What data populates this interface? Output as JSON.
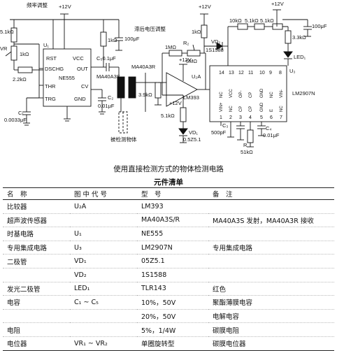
{
  "schematic": {
    "vcc_label": "+12V",
    "labels": {
      "freq_adjust": "频率调整",
      "threshold_adjust": "滞后电压调整",
      "detected_object": "被检测物体",
      "r_51k_left": "5.1kΩ",
      "vr": "VR",
      "vr_value": "1kΩ",
      "r_22k": "2.2kΩ",
      "c1": "C₁",
      "c1_value": "0.0033μF",
      "u1": "U₁",
      "pin_rst": "RST",
      "pin_vcc": "VCC",
      "pin_dschg": "DSCHG",
      "pin_out": "OUT",
      "pin_thr": "THR",
      "pin_cv": "CV",
      "pin_trg": "TRG",
      "pin_gnd": "GND",
      "chip_ne555": "NE555",
      "r_1k_top": "1kΩ",
      "c100_left": "100μF",
      "c5": "C₅0.1μF",
      "c2": "C₂",
      "c2_value": "0.01μF",
      "ma40a3s": "MA40A3S",
      "ma40a3r": "MA40A3R",
      "r_39k": "3.9kΩ",
      "r_1m": "1MΩ",
      "r2": "R₂",
      "r2_value": "5MΩ",
      "u2a": "U₂A",
      "lm393": "LM393",
      "r_51k_mid": "5.1kΩ",
      "vd1": "VD₁",
      "vd1_value": "0.5Z5.1",
      "r_1k_mid": "1kΩ",
      "vd2": "VD₂",
      "vd2_value": "1S1588",
      "r_10k": "10kΩ",
      "r_51k_a": "5.1kΩ",
      "r_51k_b": "5.1kΩ",
      "r_33k": "3.3kΩ",
      "c100_right": "100μF",
      "led1": "LED₁",
      "u3": "U₃",
      "lm2907": "LM2907N",
      "c3": "C₃",
      "c3_value": "500pF",
      "c4": "C₄",
      "c4_value": "0.01μF",
      "r_51k_bottom": "R",
      "r_51k_bottom_value": "51kΩ",
      "pins_top": [
        "14",
        "13",
        "12",
        "11",
        "10",
        "9",
        "8"
      ],
      "pins_bottom": [
        "1",
        "2",
        "3",
        "4",
        "5",
        "6",
        "7"
      ],
      "pin_names": [
        "VIN+",
        "NC",
        "CP",
        "CP",
        "GND",
        "E",
        "NC",
        "NC",
        "VCC",
        "OP-",
        "CP",
        "GND",
        "NC",
        "VIN-"
      ]
    }
  },
  "caption": "使用直接检测方式的物体检测电路",
  "parts_list": {
    "title": "元件清单",
    "headers": [
      "名　称",
      "图 中 代 号",
      "型　号",
      "备　注"
    ],
    "rows": [
      {
        "name": "比较器",
        "ref": "U₂A",
        "model": "LM393",
        "note": ""
      },
      {
        "name": "超声波传感器",
        "ref": "",
        "model": "MA40A3S/R",
        "note": "MA40A3S 发射，MA40A3R 接收"
      },
      {
        "name": "时基电路",
        "ref": "U₁",
        "model": "NE555",
        "note": ""
      },
      {
        "name": "专用集成电路",
        "ref": "U₃",
        "model": "LM2907N",
        "note": "专用集成电路"
      },
      {
        "name": "二极管",
        "ref": "VD₁",
        "model": "05Z5.1",
        "note": ""
      },
      {
        "name": "",
        "ref": "VD₂",
        "model": "1S1588",
        "note": ""
      },
      {
        "name": "发光二极管",
        "ref": "LED₁",
        "model": "TLR143",
        "note": "红色"
      },
      {
        "name": "电容",
        "ref": "C₁ ~ C₅",
        "model": "10%，50V",
        "note": "聚酯薄膜电容"
      },
      {
        "name": "",
        "ref": "",
        "model": "20%，50V",
        "note": "电解电容"
      },
      {
        "name": "电阻",
        "ref": "",
        "model": "5%，1/4W",
        "note": "碳膜电阻"
      },
      {
        "name": "电位器",
        "ref": "VR₁ ~ VR₂",
        "model": "单圈旋转型",
        "note": "碳膜电位器"
      }
    ]
  }
}
